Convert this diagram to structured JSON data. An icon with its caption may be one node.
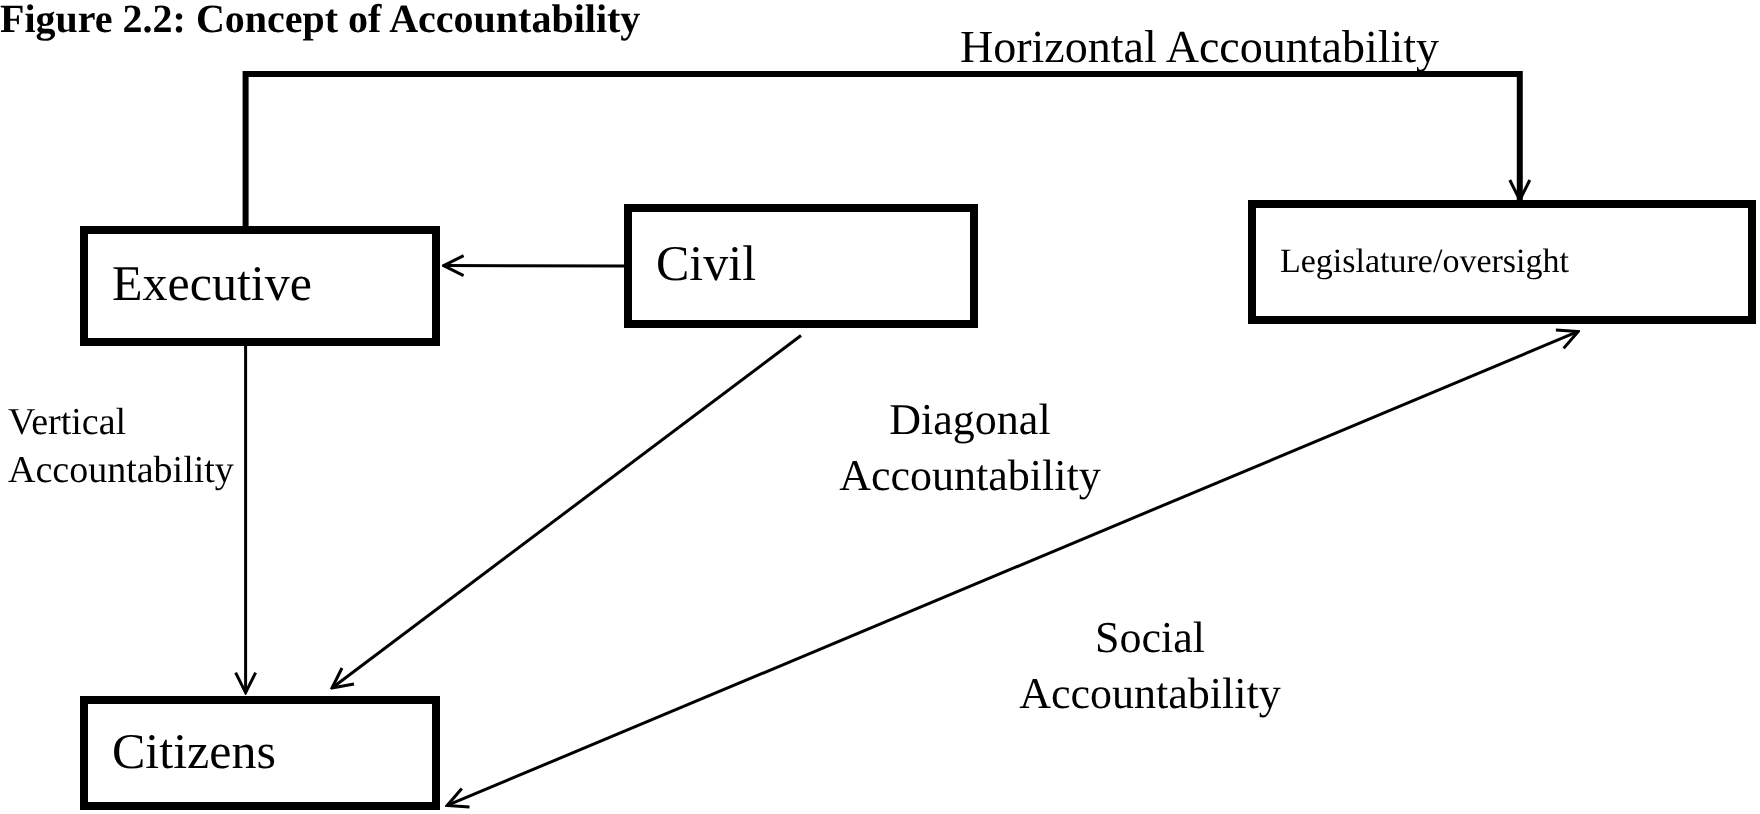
{
  "diagram": {
    "title": "Figure 2.2: Concept of Accountability",
    "nodes": [
      {
        "text": [
          "Executive"
        ]
      },
      {
        "text": [
          "Civil"
        ]
      },
      {
        "text": [
          "Legislature/oversight"
        ]
      },
      {
        "text": [
          "Citizens"
        ]
      }
    ],
    "edges": [
      {
        "from": 0,
        "to": 2,
        "arrow": "to",
        "style": "thick"
      },
      {
        "from": 1,
        "to": 0,
        "arrow": "to"
      },
      {
        "from": 0,
        "to": 3,
        "arrow": "to"
      },
      {
        "from": 1,
        "to": 3,
        "arrow": "to"
      },
      {
        "from": 3,
        "to": 2,
        "arrow": "both"
      }
    ],
    "labels": [
      "Horizontal Accountability",
      "Vertical Accountability",
      "Diagonal Accountability",
      "Social Accountability"
    ]
  }
}
